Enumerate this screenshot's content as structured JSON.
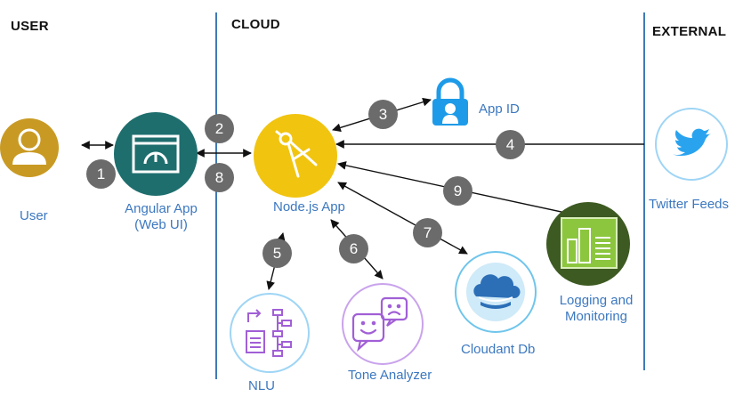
{
  "sections": {
    "user": "USER",
    "cloud": "CLOUD",
    "external": "EXTERNAL"
  },
  "nodes": {
    "user": "User",
    "angular_line1": "Angular App",
    "angular_line2": "(Web UI)",
    "nodejs": "Node.js App",
    "appid": "App ID",
    "twitter": "Twitter Feeds",
    "logging_line1": "Logging and",
    "logging_line2": "Monitoring",
    "cloudant": "Cloudant Db",
    "tone": "Tone Analyzer",
    "nlu": "NLU"
  },
  "steps": [
    "1",
    "2",
    "3",
    "4",
    "5",
    "6",
    "7",
    "8",
    "9"
  ],
  "colors": {
    "divider": "#3f7ab8",
    "label": "#3c78c0",
    "badge": "#6b6b6b",
    "user_circle": "#c99a23",
    "angular_circle": "#1f6e6e",
    "node_circle": "#f1c40f",
    "appid": "#1e9be8",
    "twitter": "#2aa3ef",
    "logging_circle": "#3d5a22",
    "logging_panel": "#8cc63f",
    "cloudant": "#2c6fb7",
    "watson_outline": "#a15fd6"
  },
  "icons": {
    "user": "person-icon",
    "angular": "gauge-window-icon",
    "nodejs": "compass-icon",
    "appid": "lock-person-icon",
    "twitter": "bird-icon",
    "logging": "bar-chart-icon",
    "cloudant": "cloud-database-icon",
    "tone": "speech-bubbles-faces-icon",
    "nlu": "document-tree-icon"
  }
}
